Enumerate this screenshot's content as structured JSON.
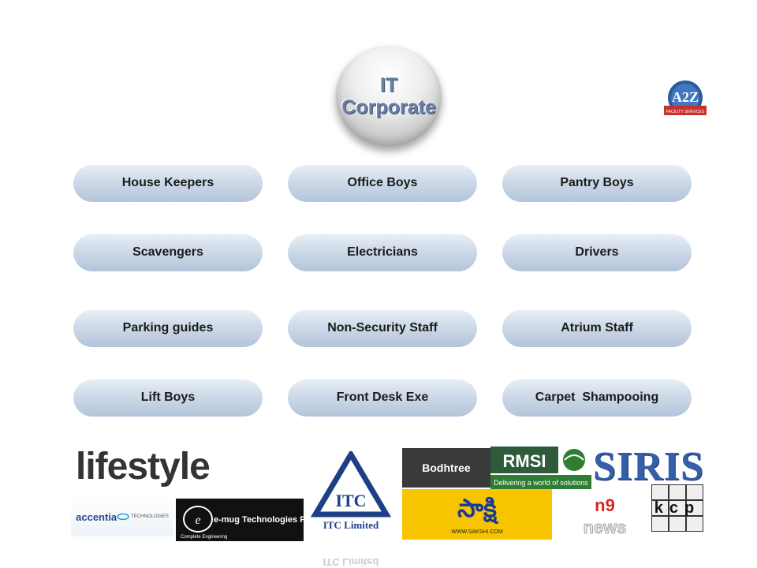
{
  "header": {
    "line1": "IT",
    "line2": "Corporate"
  },
  "roles": [
    {
      "label": "House Keepers"
    },
    {
      "label": "Office Boys"
    },
    {
      "label": "Pantry Boys"
    },
    {
      "label": "Scavengers"
    },
    {
      "label": "Electricians"
    },
    {
      "label": "Drivers"
    },
    {
      "label": "Parking guides"
    },
    {
      "label": "Non-Security Staff"
    },
    {
      "label": "Atrium Staff"
    },
    {
      "label": "Lift Boys"
    },
    {
      "label": "Front Desk Exe"
    },
    {
      "label": "Carpet  Shampooing"
    }
  ],
  "logos": {
    "a2z": {
      "text": "A2Z",
      "sub": "FACILITY SERVICES"
    },
    "lifestyle": {
      "text": "lifestyle"
    },
    "accentia": {
      "part1": "accentia",
      "part2": "TECHNOLOGIES"
    },
    "emug": {
      "text": "e-mug Technologies Pvt. Ltd.",
      "sub": "Complete Engineering"
    },
    "itc": {
      "text": "ITC Limited"
    },
    "bodhtree": {
      "text": "Bodhtree"
    },
    "sakshi": {
      "text": "సాక్షి",
      "sub": "WWW.SAKSHI.COM"
    },
    "rmsi": {
      "text": "RMSI",
      "tagline": "Delivering a world of solutions"
    },
    "siris": {
      "text": "SIRIS"
    },
    "n9": {
      "text": "n9",
      "sub": "news"
    },
    "kcp": {
      "text": "kcp"
    }
  },
  "colors": {
    "pill_top": "#e9eff6",
    "pill_bottom": "#b3c4da",
    "header_text": "#6b7fa6"
  }
}
